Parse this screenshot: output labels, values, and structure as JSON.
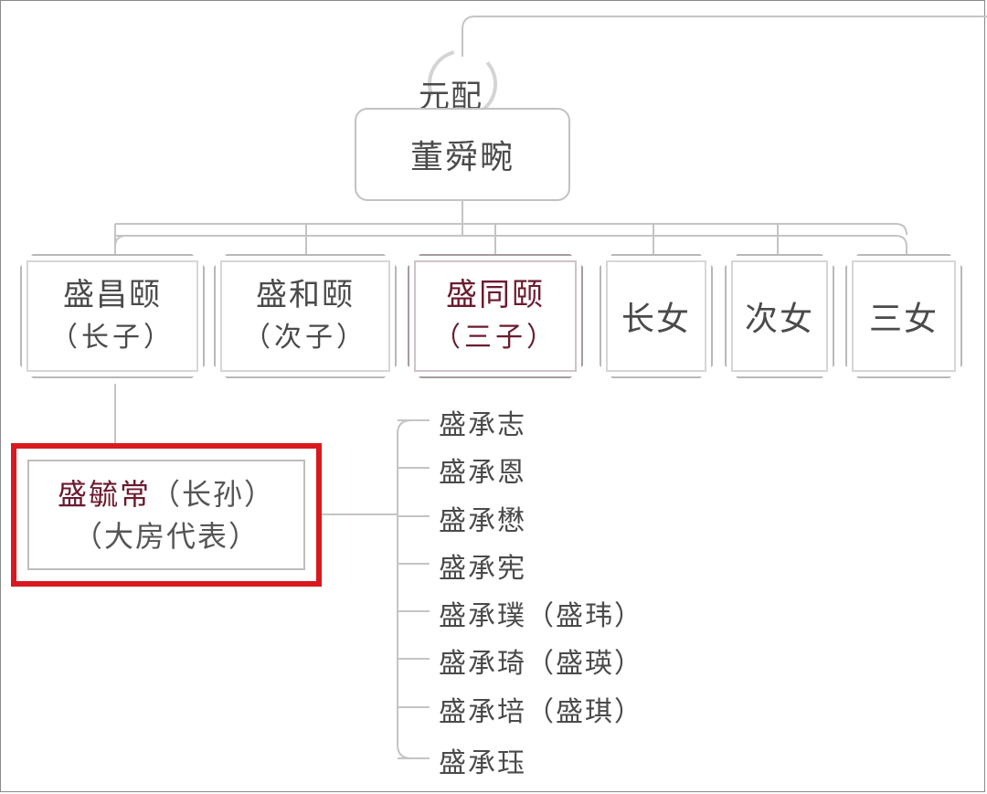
{
  "top_label": "元配",
  "wife": "董舜畹",
  "children": [
    {
      "name": "盛昌颐",
      "note": "（长子）"
    },
    {
      "name": "盛和颐",
      "note": "（次子）"
    },
    {
      "name": "盛同颐",
      "note": "（三子）"
    },
    {
      "name": "长女",
      "note": ""
    },
    {
      "name": "次女",
      "note": ""
    },
    {
      "name": "三女",
      "note": ""
    }
  ],
  "heir": {
    "name": "盛毓常",
    "relation": "（长孙）",
    "role": "（大房代表）"
  },
  "grandsons": [
    "盛承志",
    "盛承恩",
    "盛承懋",
    "盛承宪",
    "盛承璞（盛玮）",
    "盛承琦（盛瑛）",
    "盛承培（盛琪）",
    "盛承珏"
  ],
  "colors": {
    "highlight_border": "#d8191f",
    "highlight_text": "#6b1a2e",
    "line": "#bdbdbd"
  }
}
